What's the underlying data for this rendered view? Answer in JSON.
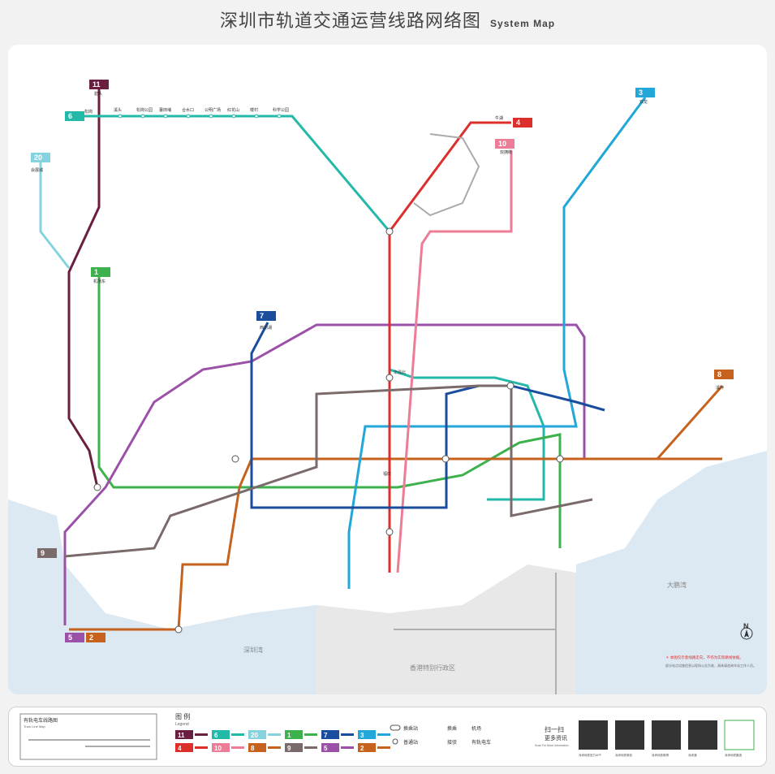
{
  "title": {
    "cn": "深圳市轨道交通运营线路网络图",
    "en": "System Map"
  },
  "colors": {
    "l1": "#3db14b",
    "l2": "#c6621d",
    "l3": "#23a7d9",
    "l4": "#dc2f2c",
    "l5": "#9b51a8",
    "l6": "#23b9a8",
    "l7": "#1a4d9e",
    "l8": "#c6621d",
    "l9": "#7a6a6a",
    "l10": "#ed7d96",
    "l11": "#6b1f40",
    "l20": "#86d3e0",
    "tram": "#aaaaaa",
    "water": "#dce9f3"
  },
  "line_badges": [
    {
      "num": "11",
      "color_key": "l11"
    },
    {
      "num": "6",
      "color_key": "l6"
    },
    {
      "num": "20",
      "color_key": "l20"
    },
    {
      "num": "1",
      "color_key": "l1"
    },
    {
      "num": "7",
      "color_key": "l7"
    },
    {
      "num": "3",
      "color_key": "l3"
    },
    {
      "num": "4",
      "color_key": "l4"
    },
    {
      "num": "10",
      "color_key": "l10"
    },
    {
      "num": "8",
      "color_key": "l8"
    },
    {
      "num": "9",
      "color_key": "l9"
    },
    {
      "num": "5",
      "color_key": "l5"
    },
    {
      "num": "2",
      "color_key": "l2"
    }
  ],
  "stations": {
    "l11_top": "碧头",
    "l6_west": "松岗",
    "l6_row": [
      "溪头",
      "松岗公园",
      "薯田埔",
      "合水口",
      "公明广场",
      "红花山",
      "楼村",
      "科学公园"
    ],
    "l20_top": "会展城",
    "l1_top": "机场东",
    "l7_top": "西丽湖",
    "l3_top": "双龙",
    "l4_top": "牛湖",
    "l10_top": "双拥街",
    "l8_top": "溪冲",
    "futian": "福田",
    "huaqiang": "华强北",
    "shenzhen_bay": "深圳湾",
    "dapeng_bay": "大鹏湾",
    "hk": "香港特别行政区",
    "north": "N"
  },
  "notes": {
    "red": "＊ 本图仅示意线路走向，不作为实际路线依据。",
    "grey1": "部分站点设施信息以现场公告为准，具体请咨询车站工作人员。"
  },
  "legend": {
    "title_cn": "图 例",
    "title_en": "Legend",
    "tram_title": "有轨电车线路图",
    "tram_en": "Tram Line Map",
    "items": [
      "换乘站",
      "普通站",
      "换乘",
      "机场",
      "接驳",
      "有轨电车"
    ],
    "qr_title": "扫一扫",
    "qr_sub": "更多资讯",
    "qr_en": "Scan For More Information",
    "qr_captions": [
      "深圳地铁官方APP",
      "深圳地铁微信",
      "深圳地铁微博",
      "深圳通",
      "深圳地铁集团"
    ]
  }
}
